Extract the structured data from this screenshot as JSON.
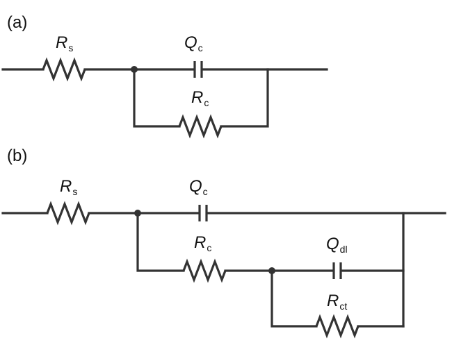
{
  "panels": {
    "a": {
      "label": "(a)"
    },
    "b": {
      "label": "(b)"
    }
  },
  "components": {
    "a_Rs": {
      "symbol": "R",
      "sub": "s"
    },
    "a_Qc": {
      "symbol": "Q",
      "sub": "c"
    },
    "a_Rc": {
      "symbol": "R",
      "sub": "c"
    },
    "b_Rs": {
      "symbol": "R",
      "sub": "s"
    },
    "b_Qc": {
      "symbol": "Q",
      "sub": "c"
    },
    "b_Rc": {
      "symbol": "R",
      "sub": "c"
    },
    "b_Qdl": {
      "symbol": "Q",
      "sub": "dl"
    },
    "b_Rct": {
      "symbol": "R",
      "sub": "ct"
    }
  },
  "colors": {
    "wire": "#333333",
    "text": "#111111"
  }
}
